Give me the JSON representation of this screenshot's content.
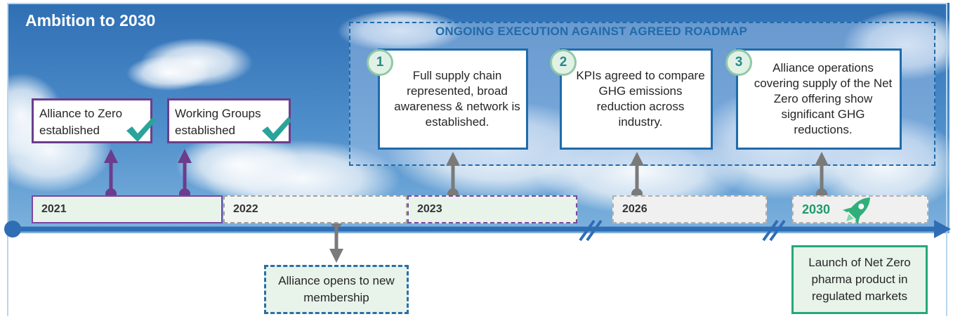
{
  "title": "Ambition to 2030",
  "roadmap": {
    "title": "ONGOING EXECUTION AGAINST AGREED ROADMAP",
    "milestones": [
      {
        "number": "1",
        "text": "Full supply chain represented, broad awareness & network is established."
      },
      {
        "number": "2",
        "text": "KPIs agreed to compare GHG emissions reduction across industry."
      },
      {
        "number": "3",
        "text": "Alliance operations covering supply of the Net Zero offering show significant GHG reductions."
      }
    ]
  },
  "established": [
    {
      "text": "Alliance to Zero established"
    },
    {
      "text": "Working Groups established"
    }
  ],
  "years": [
    "2021",
    "2022",
    "2023",
    "2026",
    "2030"
  ],
  "lower_events": [
    {
      "text": "Alliance opens to new membership"
    },
    {
      "text": "Launch of Net Zero pharma product in regulated markets"
    }
  ],
  "colors": {
    "timeline": "#2f6db5",
    "roadmap_border": "#1f6bab",
    "established_border": "#6b3d8c",
    "check": "#2aa39a",
    "launch_border": "#27a87a",
    "rocket": "#2fb07a"
  },
  "icons": [
    "check-icon",
    "rocket-icon",
    "timeline-break-icon"
  ]
}
